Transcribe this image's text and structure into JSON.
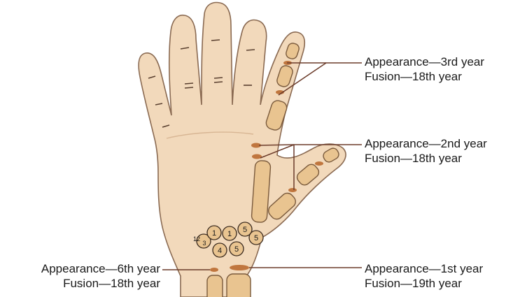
{
  "colors": {
    "skin": "#f2d9bb",
    "skin_edge": "#8a6a52",
    "bone": "#e9c490",
    "bone_edge": "#7a5a3c",
    "epiphysis": "#c0763e",
    "leader": "#6b3b2a",
    "text": "#1a1a1a"
  },
  "annotations": {
    "finger_phalanges": {
      "appearance": "Appearance—3rd year",
      "fusion": "Fusion—18th year"
    },
    "metacarpals": {
      "appearance": "Appearance—2nd year",
      "fusion": "Fusion—18th year"
    },
    "distal_ulna": {
      "appearance": "Appearance—6th year",
      "fusion": "Fusion—18th year"
    },
    "distal_radius": {
      "appearance": "Appearance—1st year",
      "fusion": "Fusion—19th year"
    }
  },
  "carpal_numbers": [
    "1",
    "1",
    "5",
    "5",
    "4",
    "5",
    "12",
    "3"
  ]
}
